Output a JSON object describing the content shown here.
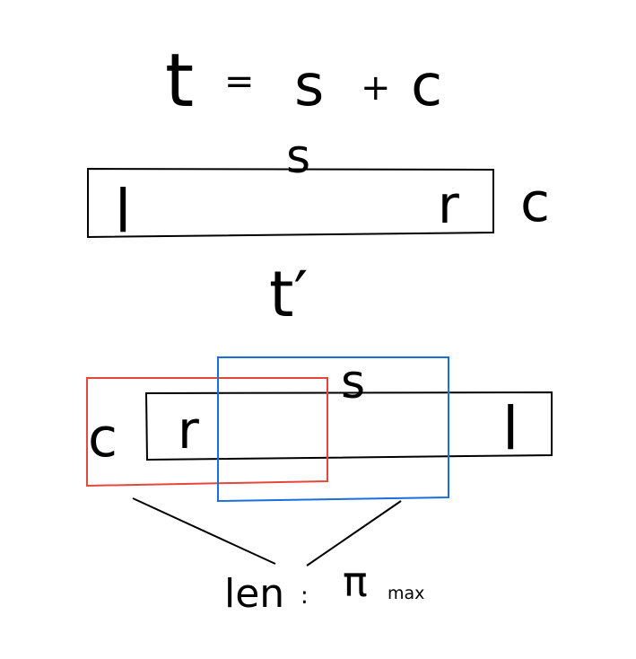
{
  "equation": {
    "lhs": "t",
    "equals": "=",
    "term_1": "s",
    "plus": "+",
    "term_2": "c"
  },
  "top_row": {
    "string_label": "s",
    "left_label": "l",
    "right_label": "r",
    "appended_label": "c"
  },
  "middle_label": "t′",
  "bottom_row": {
    "string_label": "s",
    "appended_label": "c",
    "left_label": "r",
    "right_label": "l"
  },
  "length_annotation": {
    "prefix": "len",
    "separator": ":",
    "symbol": "π",
    "subscript": "max"
  },
  "colors": {
    "ink": "#000000",
    "red_window": "#e5483a",
    "blue_window": "#1a6fe0"
  }
}
